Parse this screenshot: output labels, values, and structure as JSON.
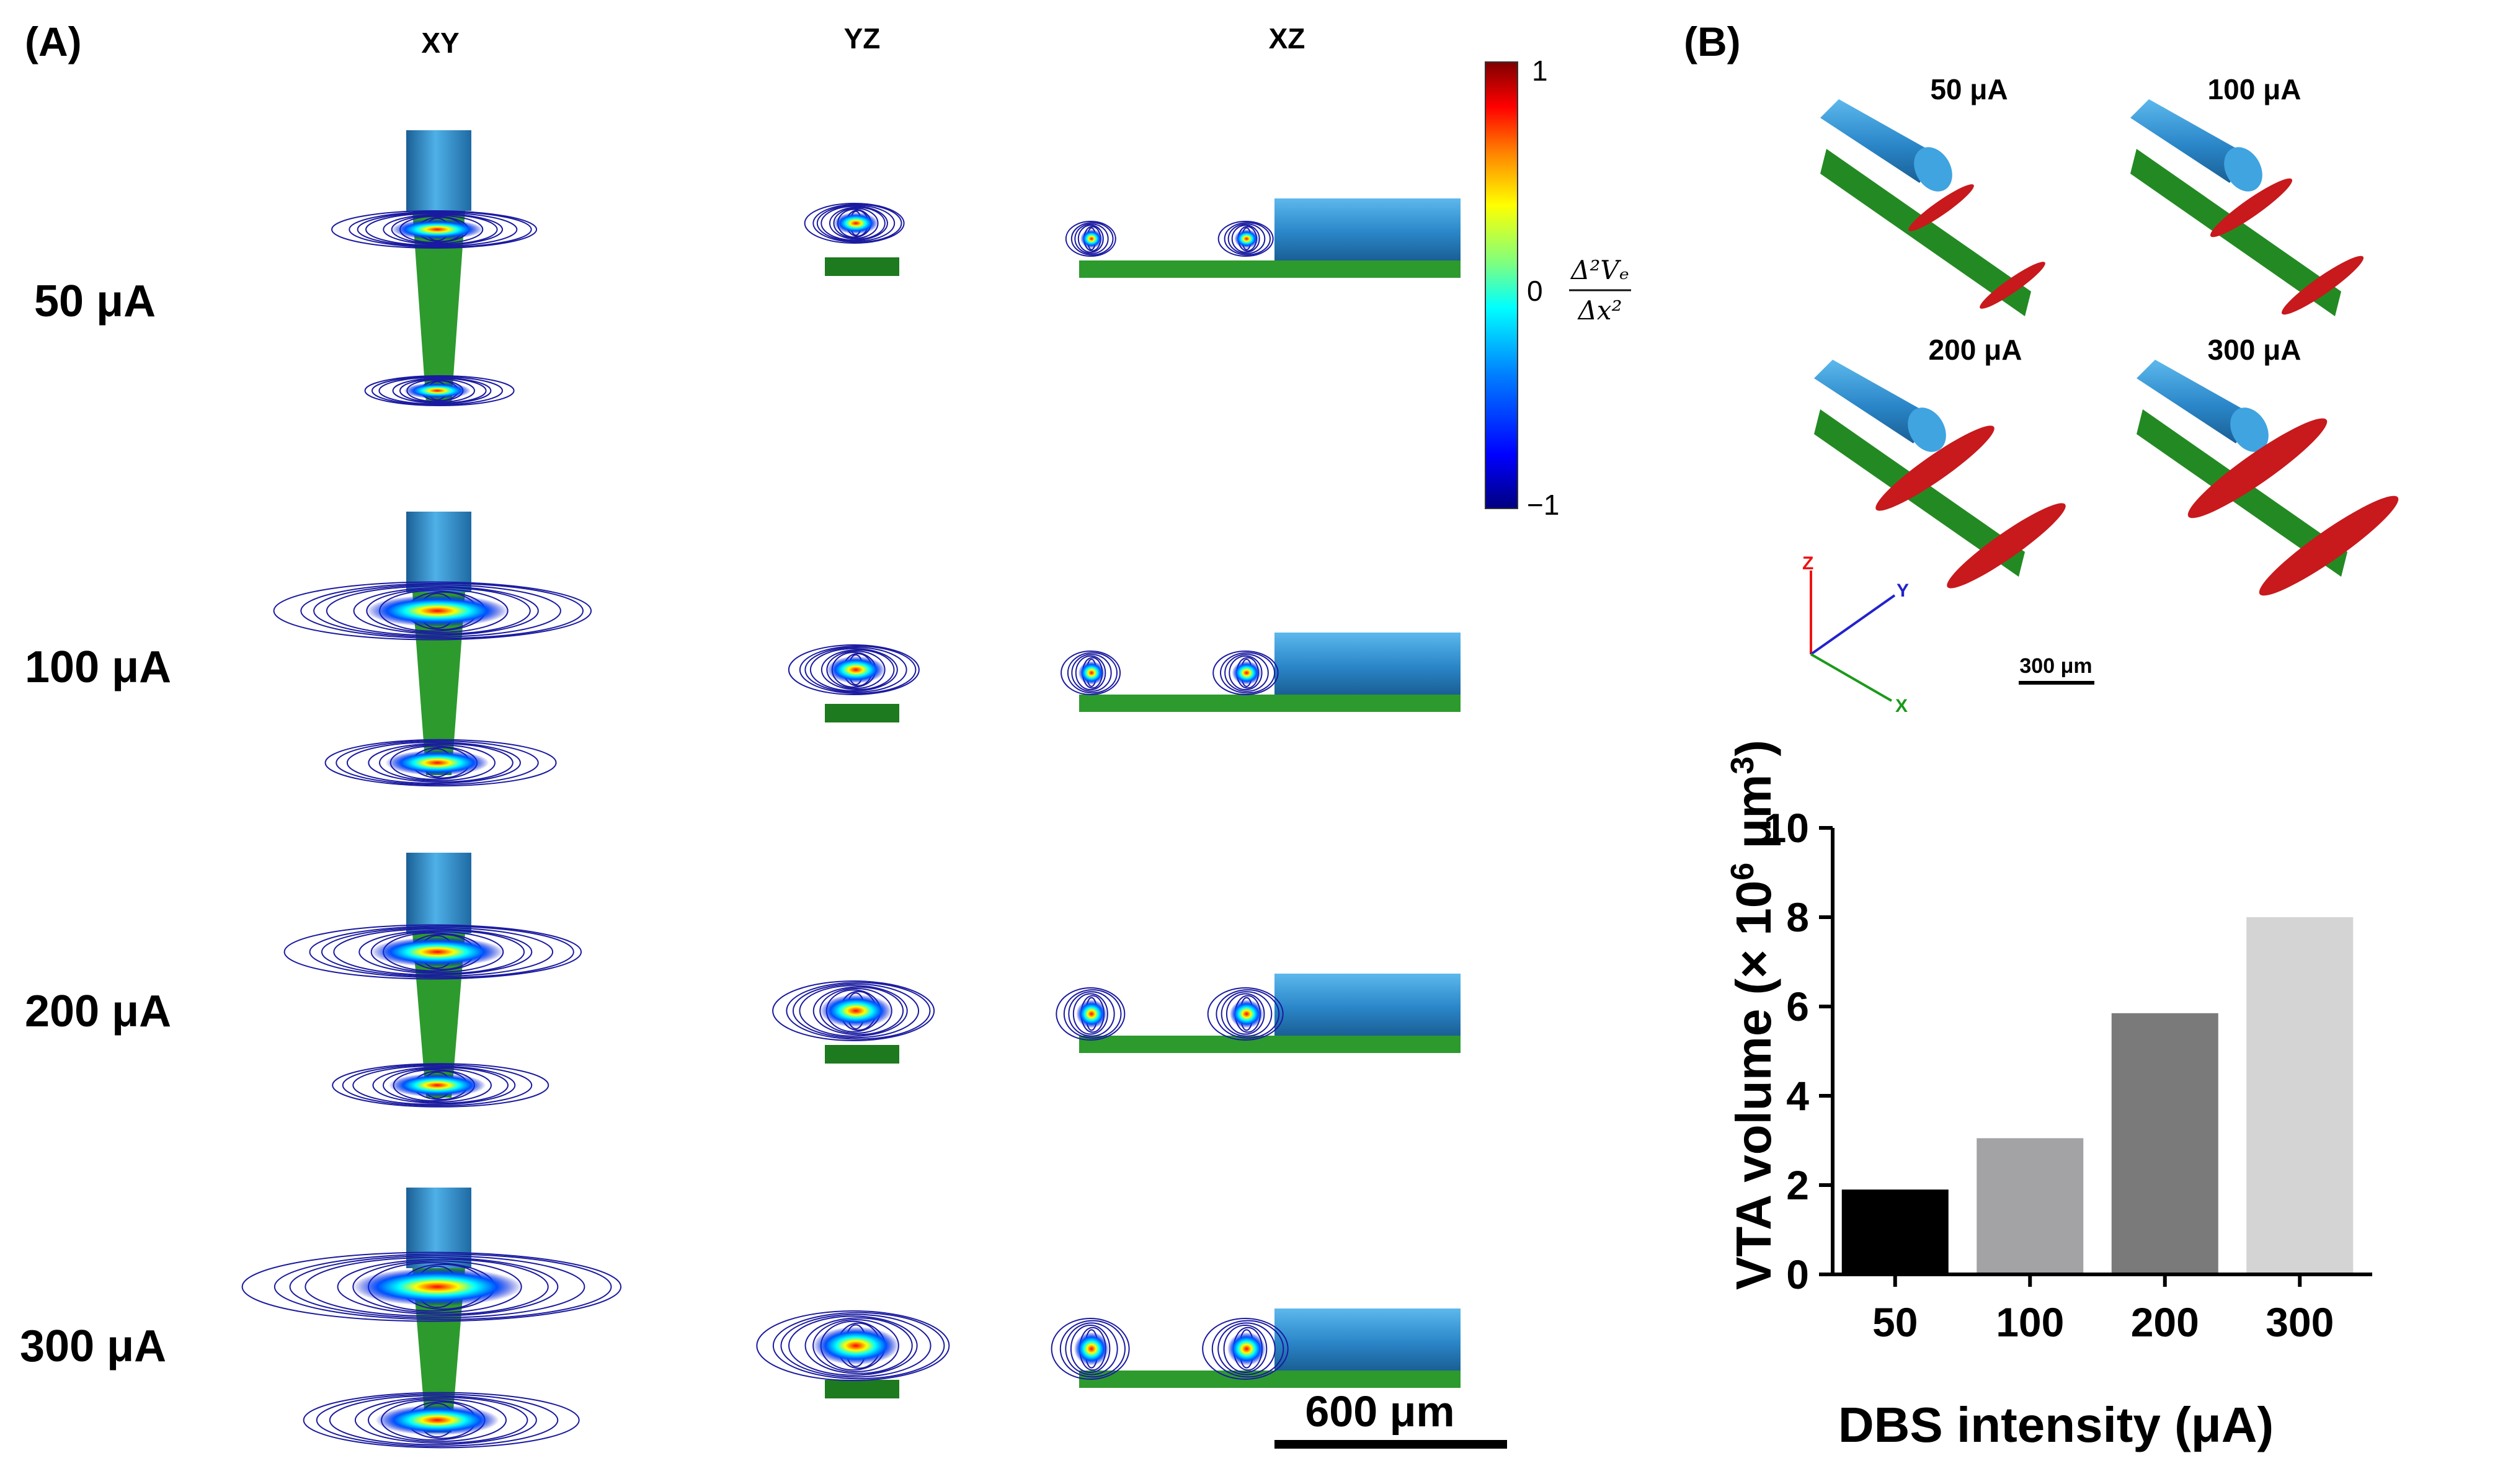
{
  "panel_a": {
    "label": "(A)",
    "columns": [
      "XY",
      "YZ",
      "XZ"
    ],
    "rows": [
      "50 μA",
      "100 μA",
      "200 μA",
      "300 μA"
    ],
    "colorbar": {
      "max_label": "1",
      "mid_label": "0",
      "min_label": "−1",
      "expression_num": "Δ²Vₑ",
      "expression_den": "Δx²",
      "colormap": [
        "#00007f",
        "#0000ff",
        "#007fff",
        "#00ffff",
        "#7fff7f",
        "#ffff00",
        "#ff7f00",
        "#ff0000",
        "#7f0000"
      ]
    },
    "scale_bar": "600 μm"
  },
  "panel_b": {
    "label": "(B)",
    "renders": [
      "50 μA",
      "100 μA",
      "200 μA",
      "300 μA"
    ],
    "axis_letters": {
      "z": "Z",
      "y": "Y",
      "x": "X"
    },
    "scale_bar": "300 μm"
  },
  "colors": {
    "electrode_blue": "#2f8fd0",
    "shank_green": "#2d9a2d",
    "vta_red": "#c8191c",
    "contour_blue": "#1a1aa0"
  },
  "chart_data": {
    "type": "bar",
    "categories": [
      "50",
      "100",
      "200",
      "300"
    ],
    "values": [
      1.9,
      3.05,
      5.85,
      8.0
    ],
    "bar_colors": [
      "#000000",
      "#a3a3a6",
      "#7a7a7a",
      "#d4d4d4"
    ],
    "ylabel_main": "VTA volume (× 10",
    "ylabel_sup": "6",
    "ylabel_unit": " μm",
    "ylabel_sup2": "3",
    "ylabel_end": ")",
    "xlabel": "DBS intensity (μA)",
    "ylim": [
      0,
      10
    ],
    "yticks": [
      "0",
      "2",
      "4",
      "6",
      "8",
      "10"
    ],
    "grid": false
  }
}
